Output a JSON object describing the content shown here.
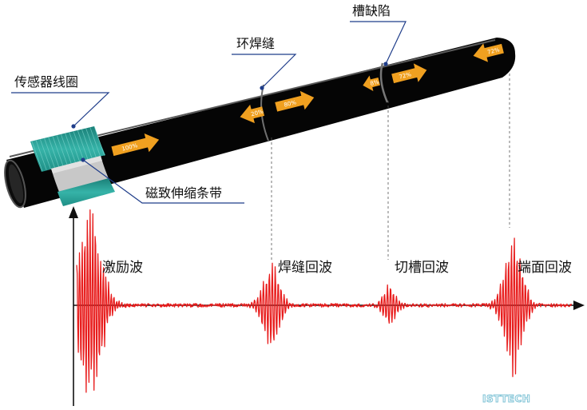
{
  "callouts": {
    "sensor_coil": "传感器线圈",
    "girth_weld": "环焊缝",
    "groove_defect": "槽缺陷",
    "magnetostrictive_strip": "磁致伸缩条带"
  },
  "echoes": {
    "excitation": "激励波",
    "weld_echo": "焊缝回波",
    "groove_echo": "切槽回波",
    "end_echo": "端面回波"
  },
  "energy_arrows": [
    "100%",
    "20%",
    "80%",
    "8%",
    "72%",
    "72%"
  ],
  "logo": "ISTTECH",
  "colors": {
    "pipe": "#1a1a1a",
    "coil": "#2aa39a",
    "arrow": "#f0a020",
    "signal": "#e81c1c",
    "callout_line": "#1f3d8a",
    "axis": "#111111"
  }
}
